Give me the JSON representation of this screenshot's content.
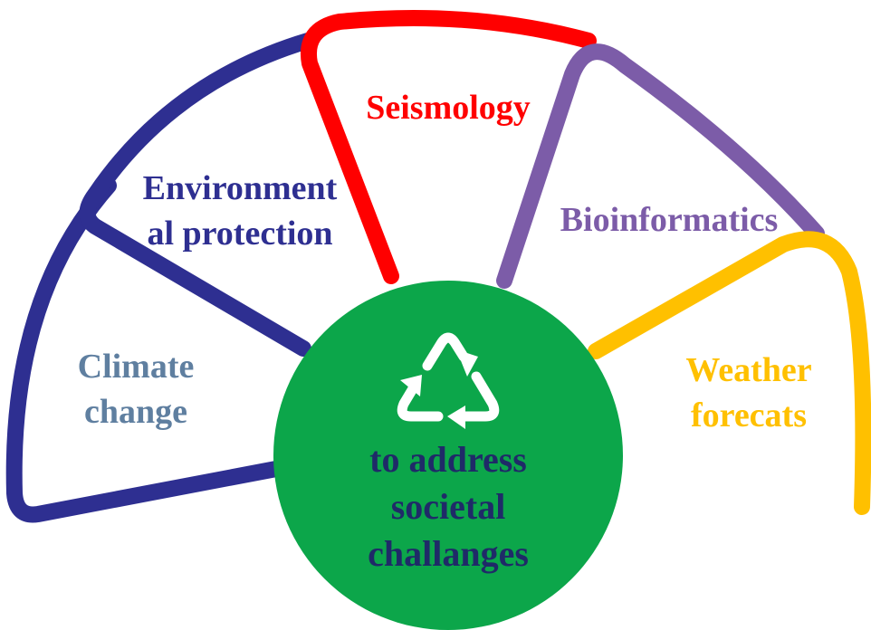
{
  "colors": {
    "climate": "#2e2f91",
    "environment": "#2e2f91",
    "seismology": "#ff0000",
    "bioinformatics": "#7c5ca8",
    "weather": "#ffc000",
    "center_fill": "#0ca64a",
    "center_text": "#1f2a68",
    "climate_text": "#5f7fa0",
    "env_text": "#2e2f91",
    "seis_text": "#ff0000",
    "bio_text": "#7c5ca8",
    "weather_text": "#ffc000",
    "icon": "#ffffff"
  },
  "labels": {
    "climate_line1": "Climate",
    "climate_line2": "change",
    "environment_line1": "Environment",
    "environment_line2": "al protection",
    "seismology": "Seismology",
    "bioinformatics": "Bioinformatics",
    "weather_line1": "Weather",
    "weather_line2": "forecats"
  },
  "center": {
    "icon": "recycle-icon",
    "line1": "to address",
    "line2": "societal",
    "line3": "challanges"
  }
}
